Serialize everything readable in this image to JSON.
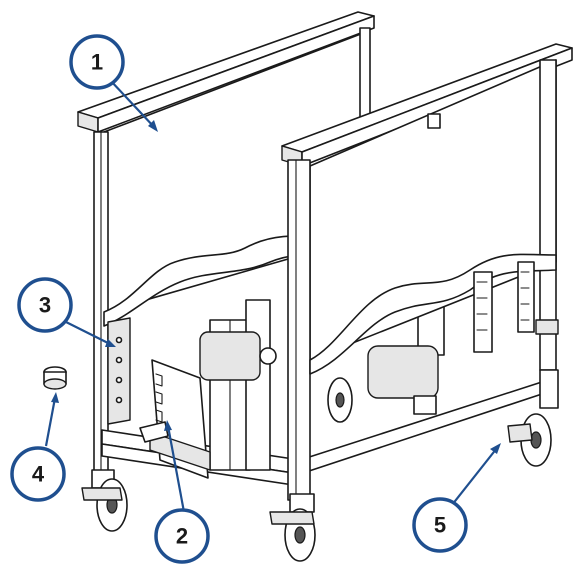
{
  "callouts": [
    {
      "number": "1",
      "part": "side-frame-panel"
    },
    {
      "number": "2",
      "part": "foot-bracket"
    },
    {
      "number": "3",
      "part": "frame-bracket"
    },
    {
      "number": "4",
      "part": "cap"
    },
    {
      "number": "5",
      "part": "caster-brake"
    }
  ],
  "colors": {
    "callout_stroke": "#1f4f8f",
    "line_art": "#1a1a1a",
    "background": "#ffffff"
  }
}
